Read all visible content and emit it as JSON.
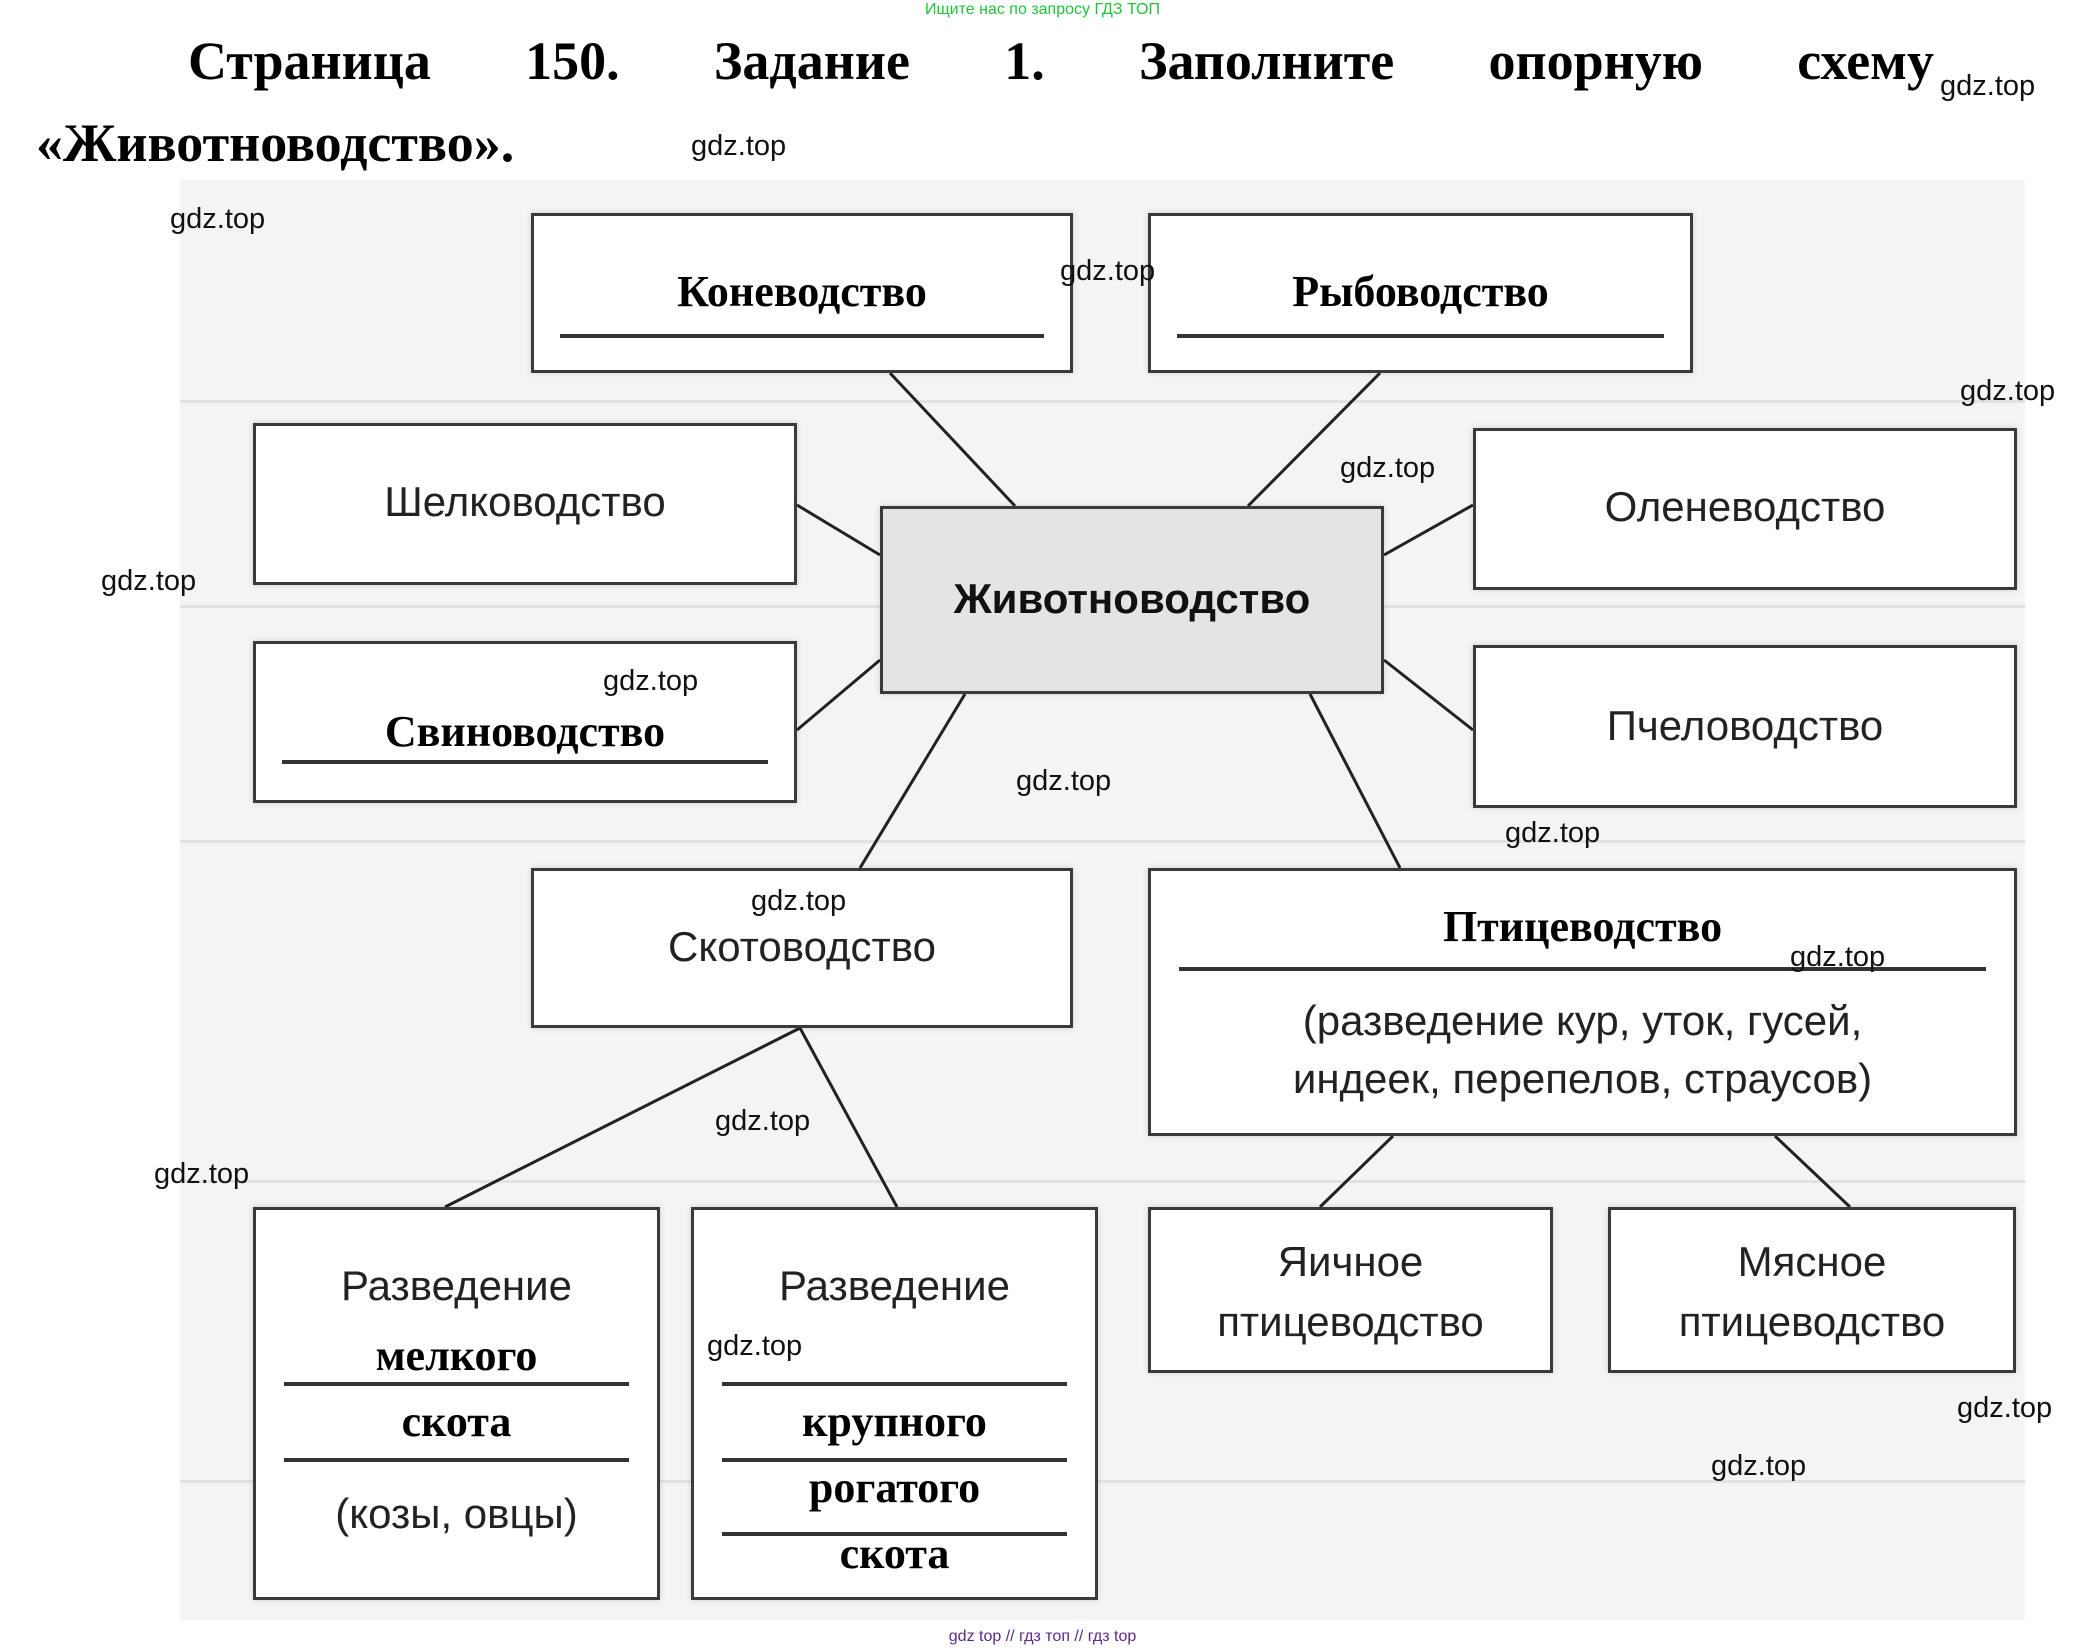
{
  "header": {
    "search_hint": "Ищите нас по запросу ГДЗ ТОП",
    "title_words": [
      "Страница",
      "150.",
      "Задание",
      "1.",
      "Заполните",
      "опорную",
      "схему"
    ],
    "title_line2": "«Животноводство»."
  },
  "diagram": {
    "center": "Животноводство",
    "branches": {
      "horse": "Коневодство",
      "fish": "Рыбоводство",
      "silk": "Шелководство",
      "pig": "Свиноводство",
      "deer": "Оленеводство",
      "bee": "Пчеловодство",
      "cattle": "Скотоводство",
      "poultry": {
        "title": "Птицеводство",
        "line1": "(разведение кур, уток, гусей,",
        "line2": "индеек, перепелов, страусов)"
      }
    },
    "sub_cattle": {
      "small": {
        "line1": "Разведение",
        "line2": "мелкого",
        "line3": "скота",
        "line4": "(козы, овцы)"
      },
      "large": {
        "line1": "Разведение",
        "line2": "крупного",
        "line3": "рогатого",
        "line4": "скота"
      }
    },
    "sub_poultry": {
      "egg": {
        "line1": "Яичное",
        "line2": "птицеводство"
      },
      "meat": {
        "line1": "Мясное",
        "line2": "птицеводство"
      }
    }
  },
  "watermarks": [
    "gdz.top",
    "gdz.top",
    "gdz.top",
    "gdz.top",
    "gdz.top",
    "gdz.top",
    "gdz.top",
    "gdz.top",
    "gdz.top",
    "gdz.top",
    "gdz.top",
    "gdz.top",
    "gdz.top",
    "gdz.top",
    "gdz.top",
    "gdz.top",
    "gdz.top"
  ],
  "footer": "gdz top  //  гдз топ  //  гдз top",
  "colors": {
    "hint": "#22c33a",
    "footer": "#5a2a8a",
    "center_fill": "#e4e4e4"
  }
}
